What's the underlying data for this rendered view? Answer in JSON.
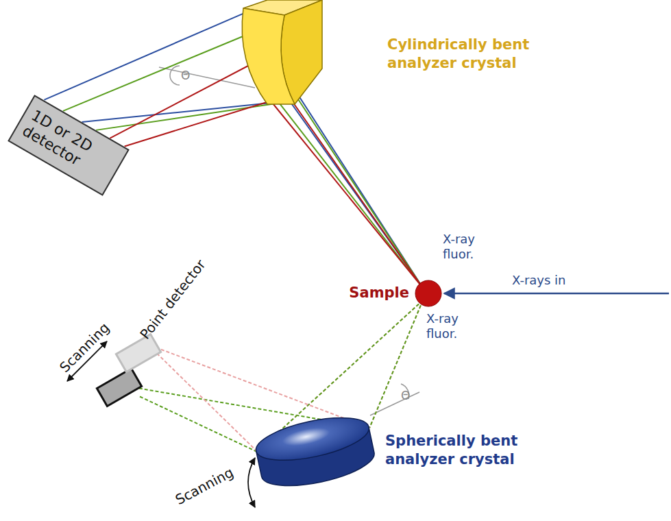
{
  "diagram": {
    "nodes": [
      {
        "text": [
          "Cylindrically bent analyzer crystal"
        ]
      },
      {
        "text": [
          "1D or 2D detector"
        ]
      },
      {
        "text": [
          "Sample"
        ]
      },
      {
        "text": [
          "Point detector"
        ]
      },
      {
        "text": [
          "Spherically bent analyzer crystal"
        ]
      }
    ],
    "edges": [
      {
        "from": 2,
        "to": 0,
        "arrow": "none"
      },
      {
        "from": 0,
        "to": 1,
        "arrow": "none"
      },
      {
        "from": 2,
        "to": 4,
        "arrow": "none"
      },
      {
        "from": 4,
        "to": 3,
        "arrow": "none"
      }
    ],
    "labels": [
      "X-ray fluor.",
      "X-rays in",
      "X-ray fluor.",
      "Θ",
      "Θ",
      "Scanning",
      "Scanning"
    ]
  }
}
